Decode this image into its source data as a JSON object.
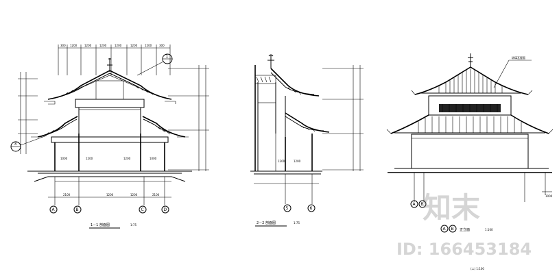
{
  "drawings": {
    "section_1": {
      "title": "1－1 剖面图",
      "scale": "1:75",
      "axes": [
        "A",
        "B",
        "C",
        "D"
      ],
      "callouts": [
        "1",
        "3"
      ],
      "top_dims": [
        "300",
        "1200",
        "1200",
        "1200",
        "1200",
        "1200",
        "1200",
        "300"
      ],
      "bottom_dims": [
        "2100",
        "1200",
        "1200",
        "2100"
      ],
      "ground_dims": [
        "1000",
        "1200",
        "1200",
        "1000"
      ]
    },
    "section_2": {
      "title": "2－2 剖面图",
      "scale": "1:75",
      "axes": [
        "5",
        "6"
      ],
      "ground_dims": [
        "1200",
        "1200"
      ]
    },
    "elevation": {
      "title": "正立面",
      "scale": "1:100",
      "axes": [
        "A",
        "B",
        "A",
        "B"
      ],
      "leader_note": "琉璃瓦屋面",
      "bottom_dim": "1000",
      "bottom_note": "(二) 1:100"
    }
  },
  "watermark": {
    "logo_text": "知末",
    "id_text": "ID: 166453184"
  }
}
